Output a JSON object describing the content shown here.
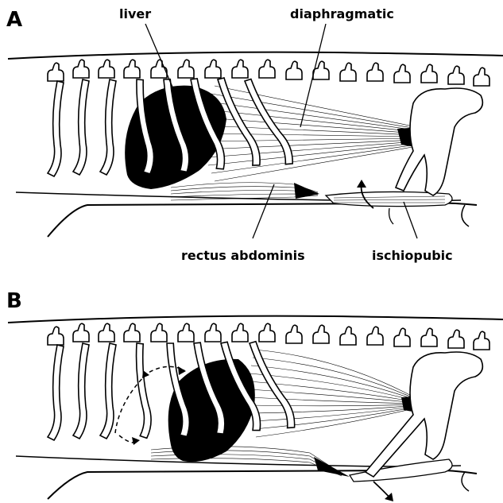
{
  "panels": [
    {
      "id": "A",
      "label": "A"
    },
    {
      "id": "B",
      "label": "B"
    }
  ],
  "callouts": {
    "liver": "liver",
    "diaphragmatic": "diaphragmatic",
    "rectus_abdominis": "rectus abdominis",
    "ischiopubic": "ischiopubic"
  },
  "colors": {
    "line": "#000000",
    "liver_fill": "#000000",
    "bone_fill": "#ffffff",
    "background": "#ffffff"
  }
}
